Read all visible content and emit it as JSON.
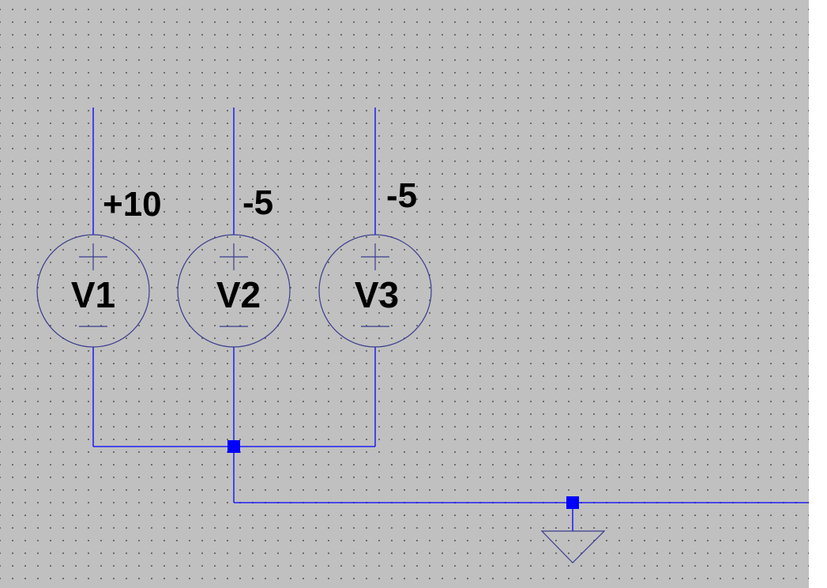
{
  "schematic": {
    "background_color": "#c0c0c0",
    "grid": true,
    "wire_color": "#0000ff",
    "symbol_color": "#3b3b8f",
    "junction_color": "#0000ff",
    "sources": [
      {
        "ref": "V1",
        "value": "+10"
      },
      {
        "ref": "V2",
        "value": "-5"
      },
      {
        "ref": "V3",
        "value": "-5"
      }
    ],
    "ground_symbol": "ground-triangle-icon"
  }
}
